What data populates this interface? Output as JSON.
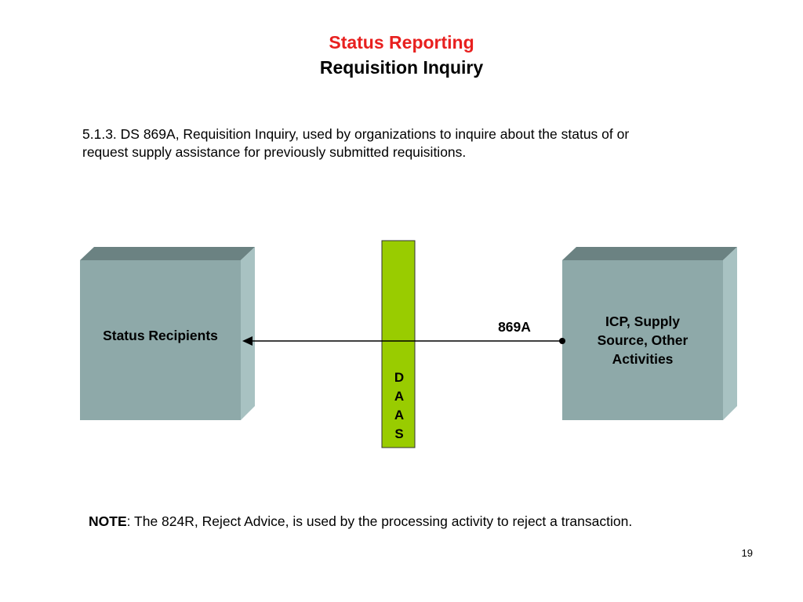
{
  "slide": {
    "title": "Status Reporting",
    "subtitle": "Requisition Inquiry",
    "description": "5.1.3. DS 869A, Requisition Inquiry, used by organizations to inquire about the status of or request supply assistance for previously submitted requisitions.",
    "note_label": "NOTE",
    "note_text": ": The 824R, Reject Advice, is used by the processing activity to reject a transaction.",
    "page_number": "19"
  },
  "diagram": {
    "left_box_label": "Status Recipients",
    "right_box_label_lines": [
      "ICP, Supply",
      "Source, Other",
      "Activities"
    ],
    "center_bar_letters": [
      "D",
      "A",
      "A",
      "S"
    ],
    "arrow_label": "869A",
    "colors": {
      "box_face": "#8ea9a9",
      "box_top": "#6b8282",
      "box_side": "#a8c2c2",
      "daas_bar": "#99cc00",
      "title_red": "#e8201f"
    }
  }
}
